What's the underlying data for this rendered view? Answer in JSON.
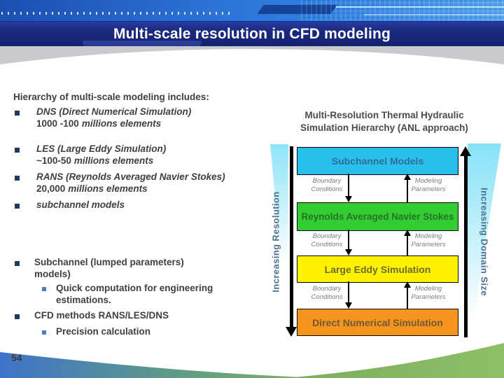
{
  "header": {
    "title": "Multi-scale resolution in CFD modeling"
  },
  "page_number": "54",
  "left_panel": {
    "heading": "Hierarchy of multi-scale modeling includes:",
    "items": [
      {
        "line1": "DNS (Direct Numerical Simulation)",
        "line2_prefix": "1000 -100",
        "line2_suffix": "millions elements"
      },
      {
        "line1": "LES (Large Eddy Simulation)",
        "line2_prefix": "~100-50",
        "line2_suffix": "millions elements"
      },
      {
        "line1": "RANS (Reynolds Averaged Navier Stokes)",
        "line2_prefix": "20,000",
        "line2_suffix": "millions elements"
      },
      {
        "line1": "subchannel  models"
      }
    ],
    "items2": [
      {
        "text": "Subchannel (lumped parameters) models)",
        "sub": "Quick computation for engineering estimations."
      },
      {
        "text": "CFD methods RANS/LES/DNS",
        "sub": "Precision calculation"
      }
    ]
  },
  "diagram": {
    "title_line1": "Multi-Resolution Thermal Hydraulic",
    "title_line2": "Simulation Hierarchy (ANL approach)",
    "left_axis": "Increasing Resolution",
    "right_axis": "Increasing Domain Size",
    "boxes": [
      {
        "label": "Subchannel Models",
        "bg": "#29c0ee",
        "fg": "#2c6f93"
      },
      {
        "label": "Reynolds Averaged Navier Stokes",
        "bg": "#33cc33",
        "fg": "#267326"
      },
      {
        "label": "Large Eddy Simulation",
        "bg": "#fff200",
        "fg": "#6b6b2e"
      },
      {
        "label": "Direct Numerical Simulation",
        "bg": "#f7941e",
        "fg": "#6e5a35"
      }
    ],
    "connector": {
      "left_line1": "Boundary",
      "left_line2": "Conditions",
      "right_line1": "Modeling",
      "right_line2": "Parameters"
    }
  },
  "colors": {
    "title_bar": "#1a2a80",
    "body_text": "#3f3f3f",
    "main_bullet": "#1f3864",
    "sub_bullet": "#4a7ebd",
    "axis_label": "#4a6f90",
    "connector_label": "#7d7d7d",
    "footer_blue": "#3e73c8",
    "footer_green": "#82b35f",
    "wedge_cyan": "#8ee4f8"
  }
}
